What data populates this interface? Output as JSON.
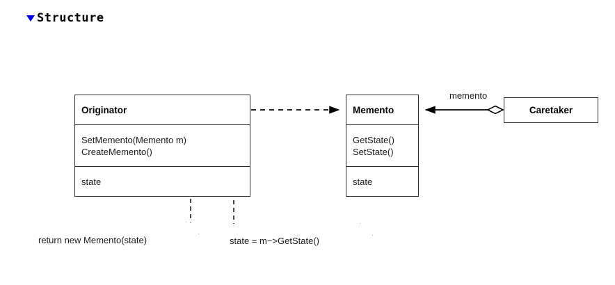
{
  "section": {
    "title": "Structure",
    "disclosure_icon": "triangle-down-icon",
    "accent_color": "#0000ee"
  },
  "diagram": {
    "type": "uml-class-diagram",
    "pattern": "Memento",
    "background_color": "#ffffff",
    "line_color": "#2b2b2b",
    "classes": [
      {
        "id": "originator",
        "name": "Originator",
        "operations": [
          "SetMemento(Memento m)",
          "CreateMemento()"
        ],
        "attributes": [
          "state"
        ]
      },
      {
        "id": "memento",
        "name": "Memento",
        "operations": [
          "GetState()",
          "SetState()"
        ],
        "attributes": [
          "state"
        ]
      },
      {
        "id": "caretaker",
        "name": "Caretaker",
        "operations": [],
        "attributes": []
      }
    ],
    "relationships": [
      {
        "id": "originator-memento-dependency",
        "type": "dependency",
        "style": "dashed",
        "arrowhead": "filled",
        "from": "Originator",
        "to": "Memento",
        "label": ""
      },
      {
        "id": "caretaker-memento-aggregation",
        "type": "aggregation",
        "style": "solid",
        "arrowhead": "filled",
        "diamond": "hollow",
        "from": "Caretaker",
        "to": "Memento",
        "label": "memento"
      }
    ],
    "notes": [
      {
        "id": "note-create-memento",
        "text": "return new Memento(state)",
        "attached_to": "CreateMemento()",
        "fold_color": "#a0a0a0"
      },
      {
        "id": "note-set-memento",
        "text": "state = m−>GetState()",
        "attached_to": "SetMemento(Memento m)",
        "fold_color": "#a0a0a0"
      }
    ]
  }
}
